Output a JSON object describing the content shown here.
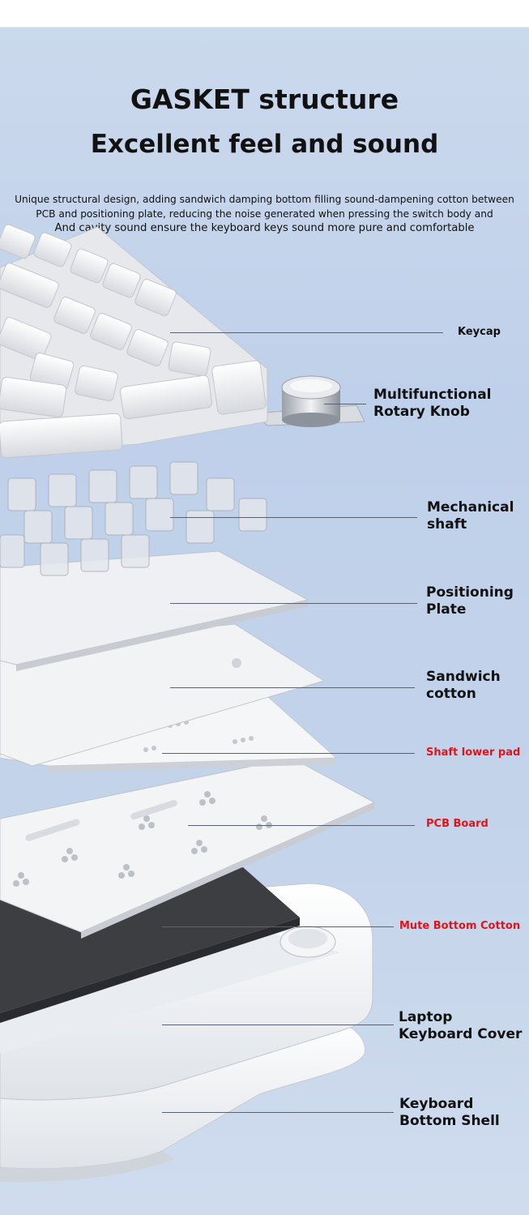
{
  "header": {
    "title": "GASKET structure",
    "subtitle": "Excellent feel and sound",
    "description_lines": [
      "Unique structural design, adding sandwich damping bottom filling sound-dampening cotton between",
      "PCB and positioning plate, reducing the noise generated when pressing the switch body and",
      "And cavity sound ensure the keyboard keys sound more pure and comfortable"
    ]
  },
  "layers": {
    "keycap": "Keycap",
    "knob": [
      "Multifunctional",
      "Rotary Knob"
    ],
    "shaft": [
      "Mechanical",
      "shaft"
    ],
    "plate": [
      "Positioning",
      "Plate"
    ],
    "sandwich": [
      "Sandwich",
      "cotton"
    ],
    "lower_pad": "Shaft lower pad",
    "pcb": "PCB Board",
    "mute": "Mute Bottom Cotton",
    "cover": [
      "Laptop",
      "Keyboard Cover"
    ],
    "shell": [
      "Keyboard",
      "Bottom Shell"
    ]
  },
  "colors": {
    "background": "#c3d3ea",
    "highlight_label": "#e0141a",
    "text": "#111111"
  }
}
